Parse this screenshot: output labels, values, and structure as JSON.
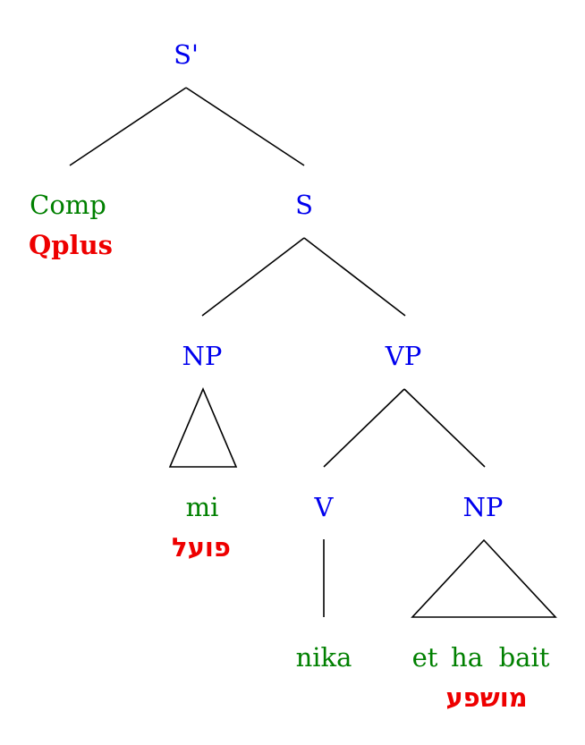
{
  "colors": {
    "category": "#0000ee",
    "word": "#008000",
    "gloss": "#ee0000",
    "edge": "#000000"
  },
  "tree": {
    "s_bar": "S'",
    "comp": "Comp",
    "comp_gloss": "Qplus",
    "s": "S",
    "np_subject": "NP",
    "vp": "VP",
    "subject_word": "mi",
    "subject_gloss": "פועל",
    "v": "V",
    "np_object": "NP",
    "verb_word": "nika",
    "object_words": [
      "et",
      "ha",
      "bait"
    ],
    "object_gloss": "מושפע"
  }
}
